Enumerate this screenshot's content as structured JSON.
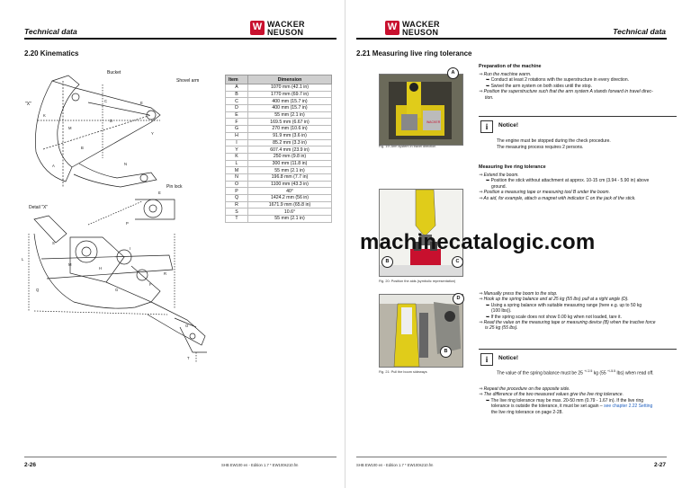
{
  "left": {
    "header_title": "Technical data",
    "logo": {
      "line1": "WACKER",
      "line2": "NEUSON",
      "icon": "wacker-neuson-logo-icon",
      "color": "#c8102e"
    },
    "section_title": "2.20   Kinematics",
    "drawing_labels": {
      "bucket": "Bucket",
      "shovel_arm": "Shovel arm",
      "pin_lock": "Pin lock",
      "detail_x": "Detail \"X\"",
      "x_mark": "\"X\""
    },
    "table": {
      "headers": [
        "Item",
        "Dimension"
      ],
      "rows": [
        [
          "A",
          "1070 mm (42.1 in)"
        ],
        [
          "B",
          "1770 mm (69.7 in)"
        ],
        [
          "C",
          "400 mm (15.7 in)"
        ],
        [
          "D",
          "400 mm (15.7 in)"
        ],
        [
          "E",
          "55 mm (2.1 in)"
        ],
        [
          "F",
          "169.5 mm (6.67 in)"
        ],
        [
          "G",
          "270 mm (10.6 in)"
        ],
        [
          "H",
          "91.9 mm (3.6 in)"
        ],
        [
          "I",
          "85.2 mm (3.3 in)"
        ],
        [
          "Y",
          "607.4 mm (23.9 in)"
        ],
        [
          "K",
          "250 mm (9.8 in)"
        ],
        [
          "L",
          "300 mm (11.8 in)"
        ],
        [
          "M",
          "55 mm (2.1 in)"
        ],
        [
          "N",
          "196.8 mm (7.7 in)"
        ],
        [
          "O",
          "1100 mm (43.3 in)"
        ],
        [
          "P",
          "40°"
        ],
        [
          "Q",
          "1424.2 mm (56 in)"
        ],
        [
          "R",
          "1671.9 mm (65.8 in)"
        ],
        [
          "S",
          "10.6°"
        ],
        [
          "T",
          "55 mm (2.1 in)"
        ]
      ]
    },
    "page_number": "2-26",
    "footer": "SHB EW100 en - Edition 1.7 * EW100s210.fm"
  },
  "right": {
    "header_title": "Technical data",
    "logo": {
      "line1": "WACKER",
      "line2": "NEUSON"
    },
    "section_title": "2.21   Measuring live ring tolerance",
    "prep": {
      "heading": "Preparation of the machine",
      "items": [
        {
          "kind": "step",
          "text": "Run the machine warm."
        },
        {
          "kind": "bullet",
          "text": "Conduct at least 2 rotations with the superstructure in every direction."
        },
        {
          "kind": "bullet",
          "text": "Swivel the arm system on both sides until the stop."
        },
        {
          "kind": "step",
          "text": "Position the superstructure such that the arm system A stands forward in travel direc-"
        },
        {
          "kind": "cont",
          "text": "tion."
        }
      ]
    },
    "notice1": {
      "title": "Notice!",
      "lines": [
        "The engine must be stopped during the check procedure.",
        "The measuring process requires 2 persons."
      ]
    },
    "fig19_caption": "Fig. 19:   Arm system in travel direction",
    "measuring": {
      "heading": "Measuring live ring tolerance",
      "items": [
        {
          "kind": "step",
          "text": "Extend the boom."
        },
        {
          "kind": "bullet",
          "text": "Position the stick without attachment at approx. 10-15 cm (3.94 - 5.90 in) above"
        },
        {
          "kind": "cont",
          "text": "ground."
        },
        {
          "kind": "step",
          "text": "Position a measuring tape or measuring tool B under the boom."
        },
        {
          "kind": "step",
          "text": "As aid, for example, attach a magnet with indicator C on the jack of the stick."
        }
      ]
    },
    "watermark": "machinecatalogic.com",
    "fig20_caption": "Fig. 20:   Position the aids (symbolic representation)",
    "press": {
      "items": [
        {
          "kind": "step",
          "text": "Manually press the boom to the stop."
        },
        {
          "kind": "step",
          "text": "Hook up the spring balance and at 25 kg (55 lbs) pull at a right angle (D)."
        },
        {
          "kind": "bullet",
          "text": "Using a spring balance with suitable measuring range (here e.g. up to 50 kg"
        },
        {
          "kind": "cont",
          "text": "(100 lbs))."
        },
        {
          "kind": "bullet",
          "text": "If the spring scale does not show 0.00 kg when not loaded, tare it."
        },
        {
          "kind": "step",
          "text": "Read the value on the measuring tape or measuring device (B) when the tractive force"
        },
        {
          "kind": "cont",
          "text": "is 25 kg (55 lbs)."
        }
      ]
    },
    "notice2": {
      "title": "Notice!",
      "line_pre": "The value of the spring balance must be 25 ",
      "sup1": "+/-2.5",
      "line_mid": " kg (55 ",
      "sup2": "+/-5.5",
      "line_post": " lbs) when read off."
    },
    "fig21_caption": "Fig. 21:   Pull the boom sideways",
    "final": {
      "items": [
        {
          "kind": "step",
          "text": "Repeat the procedure on the opposite side."
        },
        {
          "kind": "step",
          "text": "The difference of the two measured values give the live ring tolerance."
        },
        {
          "kind": "bullet",
          "text": "The live ring tolerance may be max. 20-50 mm (0.79 - 1.67 in). If the live ring"
        },
        {
          "kind": "cont",
          "text": "tolerance is outside the tolerance, it must be set again – "
        },
        {
          "kind": "cont2",
          "text": "the live ring tolerance on page 2-28."
        }
      ],
      "link": "see chapter 2.22 Setting"
    },
    "callouts": {
      "a": "A",
      "b": "B",
      "c": "C",
      "d": "D",
      "b2": "B"
    },
    "page_number": "2-27",
    "footer": "SHB EW100 en - Edition 1.7 * EW100s210.fm"
  }
}
